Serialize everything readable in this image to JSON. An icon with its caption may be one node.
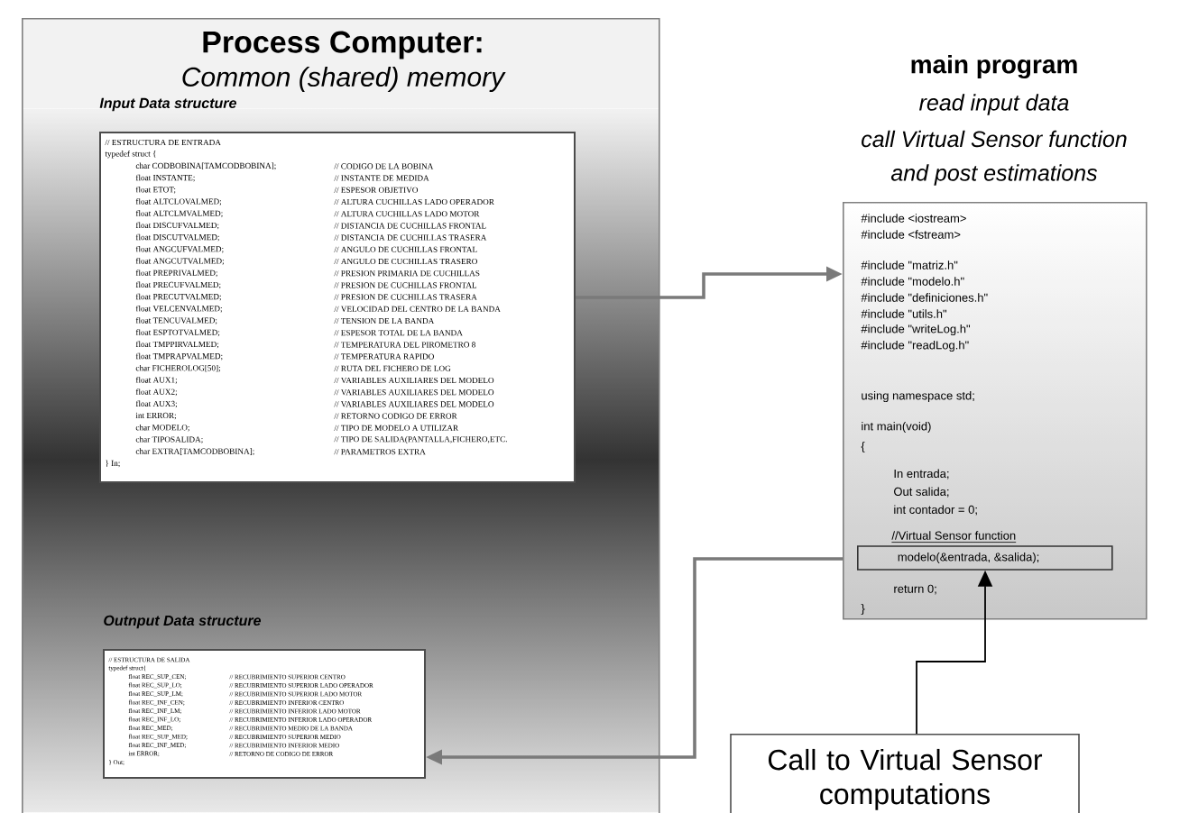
{
  "diagram": {
    "nodes": [
      {
        "text": [
          "Process Computer:",
          "Common (shared) memory"
        ]
      },
      {
        "text": [
          "Input Data structure",
          "// ESTRUCTURA DE ENTRADA",
          "typedef struct {",
          "char CODBOBINA[TAMCODBOBINA];",
          "// CODIGO DE LA BOBINA",
          "float INSTANTE;",
          "// INSTANTE DE MEDIDA",
          "float ETOT;",
          "// ESPESOR OBJETIVO",
          "float ALTCLOVALMED;",
          "// ALTURA CUCHILLAS LADO OPERADOR",
          "float ALTCLMVALMED;",
          "// ALTURA CUCHILLAS LADO MOTOR",
          "float DISCUFVALMED;",
          "// DISTANCIA DE CUCHILLAS FRONTAL",
          "float DISCUTVALMED;",
          "// DISTANCIA DE CUCHILLAS TRASERA",
          "float ANGCUFVALMED;",
          "// ANGULO DE CUCHILLAS FRONTAL",
          "float ANGCUTVALMED;",
          "// ANGULO DE CUCHILLAS TRASERO",
          "float PREPRIVALMED;",
          "// PRESION PRIMARIA DE CUCHILLAS",
          "float PRECUFVALMED;",
          "// PRESION DE CUCHILLAS FRONTAL",
          "float PRECUTVALMED;",
          "// PRESION DE CUCHILLAS TRASERA",
          "float VELCENVALMED;",
          "// VELOCIDAD DEL CENTRO DE LA BANDA",
          "float TENCUVALMED;",
          "// TENSION DE LA BANDA",
          "float ESPTOTVALMED;",
          "// ESPESOR TOTAL DE LA BANDA",
          "float TMPPIRVALMED;",
          "// TEMPERATURA DEL PIROMETRO 8",
          "float TMPRAPVALMED;",
          "// TEMPERATURA RAPIDO",
          "char FICHEROLOG[50];",
          "// RUTA DEL FICHERO DE LOG",
          "float AUX1;",
          "// VARIABLES AUXILIARES DEL MODELO",
          "float AUX2;",
          "// VARIABLES AUXILIARES DEL MODELO",
          "float AUX3;",
          "// VARIABLES AUXILIARES DEL MODELO",
          "int ERROR;",
          "// RETORNO CODIGO DE ERROR",
          "char MODELO;",
          "// TIPO DE MODELO A UTILIZAR",
          "char TIPOSALIDA;",
          "// TIPO DE SALIDA(PANTALLA,FICHERO,ETC.",
          "char EXTRA[TAMCODBOBINA];",
          "// PARAMETROS EXTRA",
          "} In;"
        ],
        "in": 0
      },
      {
        "text": [
          "Outnput Data structure",
          "// ESTRUCTURA DE SALIDA",
          "typedef struct{",
          "float REC_SUP_CEN;",
          "// RECUBRIMIENTO SUPERIOR CENTRO",
          "float REC_SUP_LO;",
          "// RECUBRIMIENTO SUPERIOR LADO OPERADOR",
          "float REC_SUP_LM;",
          "// RECUBRIMIENTO SUPERIOR LADO MOTOR",
          "float REC_INF_CEN;",
          "// RECUBRIMIENTO INFERIOR CENTRO",
          "float REC_INF_LM;",
          "// RECUBRIMIENTO INFERIOR LADO MOTOR",
          "float REC_INF_LO;",
          "// RECUBRIMIENTO INFERIOR LADO OPERADOR",
          "float REC_MED;",
          "// RECUBRIMIENTO MEDIO DE LA BANDA",
          "float REC_SUP_MED;",
          "// RECUBRIMIENTO SUPERIOR MEDIO",
          "float REC_INF_MED;",
          "// RECUBRIMIENTO INFERIOR MEDIO",
          "int ERROR;",
          "// RETORNO DE CODIGO DE ERROR",
          "} Out;"
        ],
        "in": 0
      },
      {
        "text": [
          "main program",
          "read input data",
          "call Virtual Sensor function",
          "and post estimations",
          "#include <iostream>",
          "#include <fstream>",
          "#include \"matriz.h\"",
          "#include \"modelo.h\"",
          "#include \"definiciones.h\"",
          "#include \"utils.h\"",
          "#include \"writeLog.h\"",
          "#include \"readLog.h\"",
          "using namespace std;",
          "int main(void)",
          "{",
          "In entrada;",
          "Out salida;",
          "int contador = 0;",
          "//Virtual Sensor function",
          "return 0;",
          "}"
        ]
      },
      {
        "text": [
          "modelo(&entrada, &salida);"
        ],
        "in": 3
      },
      {
        "text": [
          "Call to Virtual Sensor computations"
        ]
      }
    ],
    "edges": [
      {
        "from": 1,
        "to": 3,
        "arrow": "to"
      },
      {
        "from": 3,
        "to": 2,
        "arrow": "to"
      },
      {
        "from": 5,
        "to": 4,
        "arrow": "to",
        "color": "#000000"
      }
    ]
  }
}
